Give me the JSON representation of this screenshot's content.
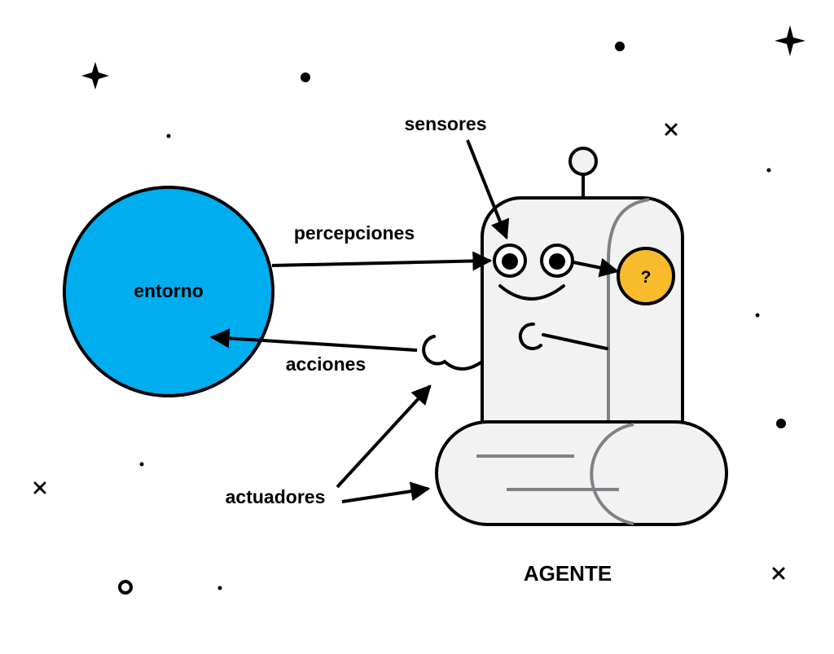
{
  "diagram": {
    "labels": {
      "environment": "entorno",
      "perceptions": "percepciones",
      "actions": "acciones",
      "sensors": "sensores",
      "actuators": "actuadores",
      "agent": "AGENTE",
      "unknown": "?"
    },
    "colors": {
      "environment_fill": "#00AEEF",
      "agent_body": "#F2F2F2",
      "agent_shade": "#7E8286",
      "unknown_fill": "#F7BB2B",
      "ink": "#000000",
      "background": "#FFFFFF"
    }
  }
}
